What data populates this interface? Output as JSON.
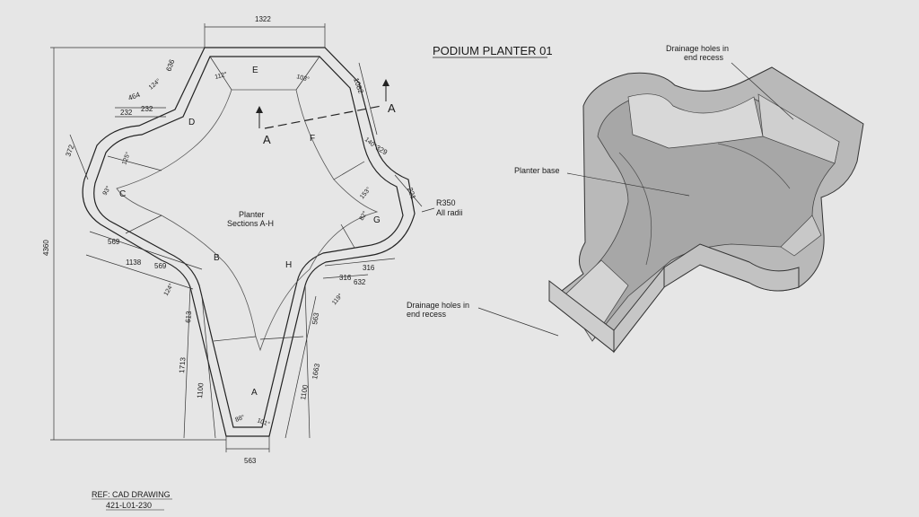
{
  "title": "PODIUM PLANTER 01",
  "reference": {
    "line1": "REF: CAD DRAWING",
    "line2": "421-L01-230"
  },
  "plan": {
    "center_label_1": "Planter",
    "center_label_2": "Sections A-H",
    "radius_note_1": "R350",
    "radius_note_2": "All radii",
    "section_marker": "A",
    "sections": [
      "A",
      "B",
      "C",
      "D",
      "E",
      "F",
      "G",
      "H"
    ],
    "dimensions": {
      "top_width": "1322",
      "bottom_width": "563",
      "overall_height": "4360",
      "d636": "636",
      "d464": "464",
      "d232a": "232",
      "d232b": "232",
      "d372": "372",
      "d569a": "569",
      "d1138": "1138",
      "d569b": "569",
      "d613": "613",
      "d1713": "1713",
      "d1100a": "1100",
      "d1082": "1082",
      "d329": "329",
      "d221": "221",
      "d316a": "316",
      "d316b": "316",
      "d632": "632",
      "d563": "563",
      "d1663": "1663",
      "d1100b": "1100"
    },
    "angles": {
      "a124a": "124°",
      "a125": "125°",
      "a93": "93°",
      "a124b": "124°",
      "a112": "112°",
      "a103": "103°",
      "a140": "140°",
      "a153": "153°",
      "a82": "82°",
      "a119": "119°",
      "a88": "88°",
      "a101": "101°"
    }
  },
  "iso_view": {
    "callout_top": [
      "Drainage holes in",
      "end recess"
    ],
    "callout_base": "Planter base",
    "callout_bottom": [
      "Drainage holes in",
      "end recess"
    ]
  }
}
